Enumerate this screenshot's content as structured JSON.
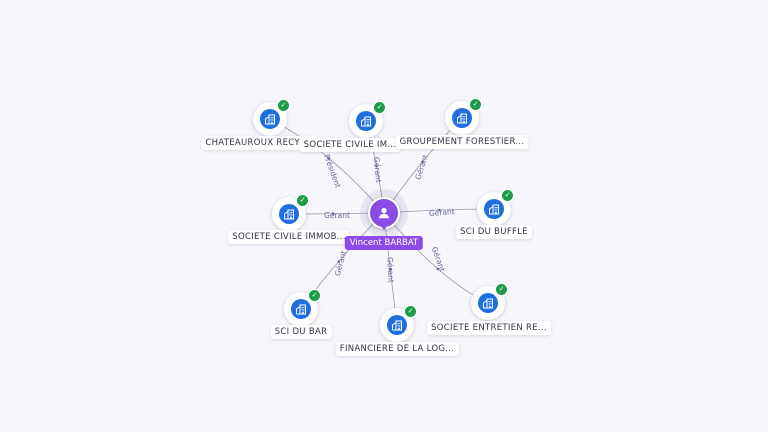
{
  "person": {
    "name": "Vincent BARBAT",
    "color": "#8a4be6",
    "icon": "person-icon"
  },
  "company_icon": "building-icon",
  "verified_icon": "check-icon",
  "colors": {
    "company": "#1f6fe0",
    "verified": "#1c9c4a",
    "edge": "#9a9ab0"
  },
  "companies": [
    {
      "label": "CHATEAUROUX RECYC...",
      "role": "Président"
    },
    {
      "label": "SOCIETE CIVILE IM...",
      "role": "Gérant"
    },
    {
      "label": "GROUPEMENT FORESTIER...",
      "role": "Gérant"
    },
    {
      "label": "SOCIETE CIVILE IMMOB...",
      "role": "Gérant"
    },
    {
      "label": "SCI DU BUFFLE",
      "role": "Gérant"
    },
    {
      "label": "SCI DU BAR",
      "role": "Gérant"
    },
    {
      "label": "FINANCIERE DE LA LOG...",
      "role": "Gérant"
    },
    {
      "label": "SOCIETE ENTRETIEN RE...",
      "role": "Gérant"
    }
  ]
}
